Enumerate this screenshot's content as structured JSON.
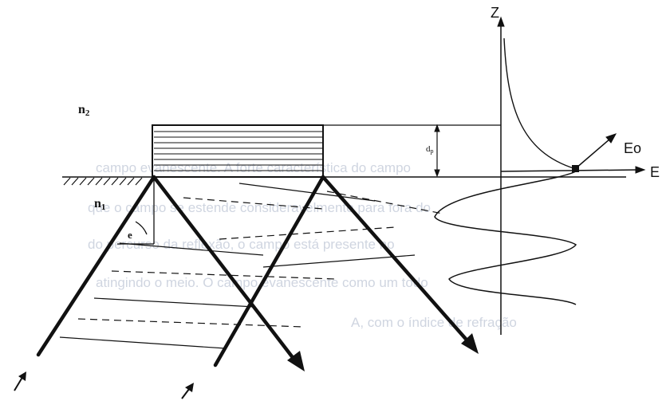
{
  "labels": {
    "n2": "n",
    "n2_sub": "2",
    "n1": "n",
    "n1_sub": "1",
    "theta": "e",
    "dp": "d",
    "dp_sub": "p",
    "z_axis": "Z",
    "e_axis": "E",
    "e0": "Eo"
  },
  "bleed_through_text": [
    "campo evanescente. A forte característica do campo",
    "que o campo se estende consideravelmente para fora do",
    "do percurso da reflexão, o campo está presente no",
    "atingindo o meio. O campo evanescente como um todo",
    "A, com o índice de refração"
  ],
  "colors": {
    "ink": "#111111",
    "background": "#ffffff"
  }
}
